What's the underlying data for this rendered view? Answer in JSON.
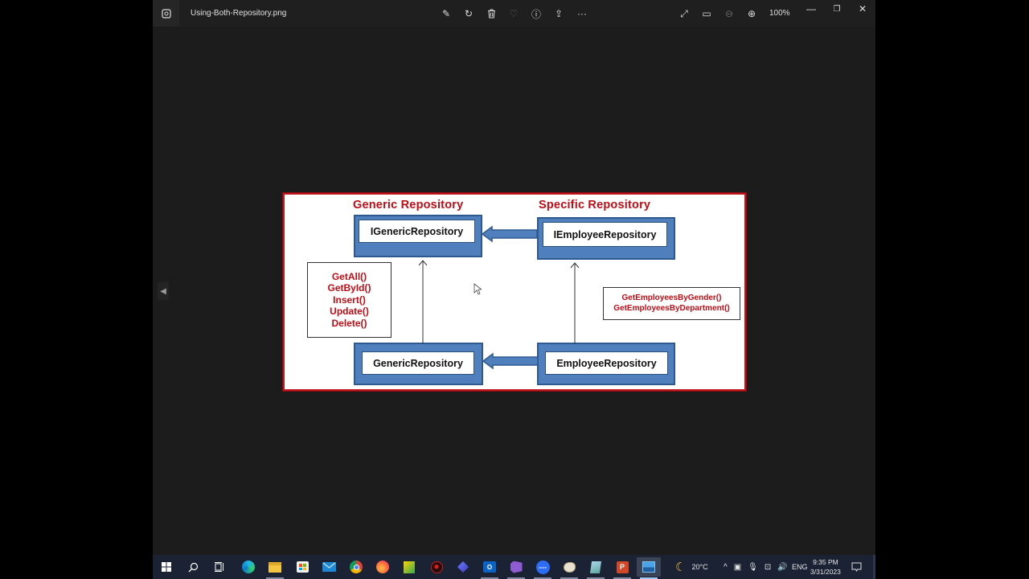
{
  "window": {
    "title": "Using-Both-Repository.png",
    "zoom_level": "100%",
    "toolbar": [
      {
        "name": "edit-image-icon",
        "glyph": "✎"
      },
      {
        "name": "rotate-icon",
        "glyph": "↻"
      },
      {
        "name": "delete-icon",
        "glyph": "🗑"
      },
      {
        "name": "favorite-icon",
        "glyph": "♡"
      },
      {
        "name": "info-icon",
        "glyph": "ⓘ"
      },
      {
        "name": "share-icon",
        "glyph": "⇪"
      },
      {
        "name": "more-icon",
        "glyph": "···"
      }
    ],
    "view_controls": [
      {
        "name": "fullscreen-icon",
        "glyph": "⤢"
      },
      {
        "name": "fit-to-window-icon",
        "glyph": "▭"
      },
      {
        "name": "zoom-out-icon",
        "glyph": "⊖"
      },
      {
        "name": "zoom-in-icon",
        "glyph": "⊕"
      }
    ],
    "window_controls": {
      "minimize": "—",
      "restore": "❐",
      "close": "✕"
    },
    "prev_glyph": "◀"
  },
  "diagram": {
    "headings": {
      "generic": "Generic  Repository",
      "specific": "Specific  Repository"
    },
    "boxes": {
      "igeneric": "IGenericRepository",
      "iemployee": "IEmployeeRepository",
      "generic": "GenericRepository",
      "employee": "EmployeeRepository"
    },
    "generic_methods": [
      "GetAll()",
      "GetById()",
      "Insert()",
      "Update()",
      "Delete()"
    ],
    "specific_methods": [
      "GetEmployeesByGender()",
      "GetEmployeesByDepartment()"
    ],
    "colors": {
      "heading": "#c00d15",
      "box_fill": "#4f7fbd",
      "border": "#c0161e"
    }
  },
  "taskbar": {
    "apps": [
      "start",
      "search",
      "task-view",
      "edge",
      "file-explorer",
      "microsoft-store",
      "mail",
      "chrome",
      "firefox",
      "sticky-notes",
      "app-red",
      "power-automate",
      "outlook",
      "visual-studio",
      "zoom",
      "paint",
      "notepad",
      "powerpoint",
      "photos"
    ],
    "weather": "20°C",
    "language": "ENG",
    "time": "9:35 PM",
    "date": "3/31/2023"
  }
}
